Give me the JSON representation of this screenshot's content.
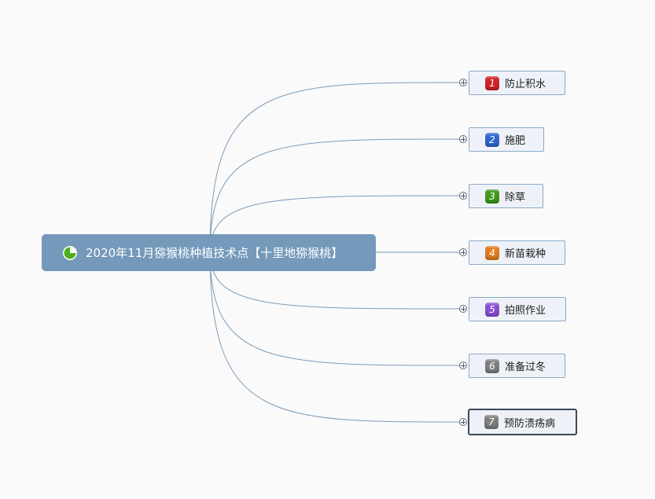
{
  "mindmap": {
    "central": {
      "title": "2020年11月猕猴桃种植技术点【十里地猕猴桃】",
      "icon": "pie-chart-icon",
      "color": "#7499bb"
    },
    "line_color": "#7a9bbd",
    "topics": [
      {
        "num": "1",
        "label": "防止积水",
        "color": "#d2232a"
      },
      {
        "num": "2",
        "label": "施肥",
        "color": "#2f66cf"
      },
      {
        "num": "3",
        "label": "除草",
        "color": "#3f9a1c"
      },
      {
        "num": "4",
        "label": "新苗栽种",
        "color": "#e57d1e"
      },
      {
        "num": "5",
        "label": "拍照作业",
        "color": "#8b4fd6"
      },
      {
        "num": "6",
        "label": "准备过冬",
        "color": "#7f7f7f"
      },
      {
        "num": "7",
        "label": "预防溃疡病",
        "color": "#7f7f7f"
      }
    ]
  }
}
